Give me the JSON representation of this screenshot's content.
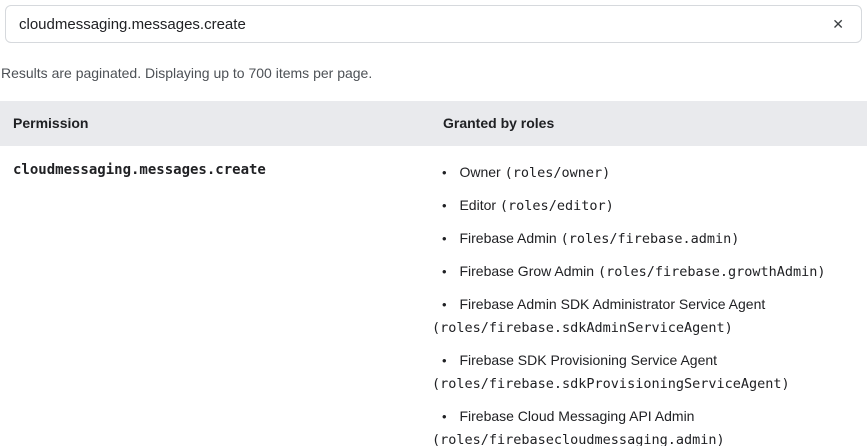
{
  "search": {
    "value": "cloudmessaging.messages.create",
    "clear_icon": "✕"
  },
  "note": "Results are paginated. Displaying up to 700 items per page.",
  "bullet": "•",
  "table": {
    "columns": [
      "Permission",
      "Granted by roles"
    ],
    "rows": [
      {
        "permission": "cloudmessaging.messages.create",
        "granted_by_roles": [
          {
            "name": "Owner",
            "code": "(roles/owner)"
          },
          {
            "name": "Editor",
            "code": "(roles/editor)"
          },
          {
            "name": "Firebase Admin",
            "code": "(roles/firebase.admin)"
          },
          {
            "name": "Firebase Grow Admin",
            "code": "(roles/firebase.growthAdmin)"
          },
          {
            "name": "Firebase Admin SDK Administrator Service Agent",
            "code": "(roles/firebase.sdkAdminServiceAgent)"
          },
          {
            "name": "Firebase SDK Provisioning Service Agent",
            "code": "(roles/firebase.sdkProvisioningServiceAgent)"
          },
          {
            "name": "Firebase Cloud Messaging API Admin",
            "code": "(roles/firebasecloudmessaging.admin)"
          }
        ]
      }
    ]
  },
  "colors": {
    "header_bg": "#e9eaed",
    "row_border": "#dadce0",
    "input_border": "#d6d9dd",
    "text": "#202124",
    "note_text": "#4d5156",
    "icon": "#3c4043"
  }
}
